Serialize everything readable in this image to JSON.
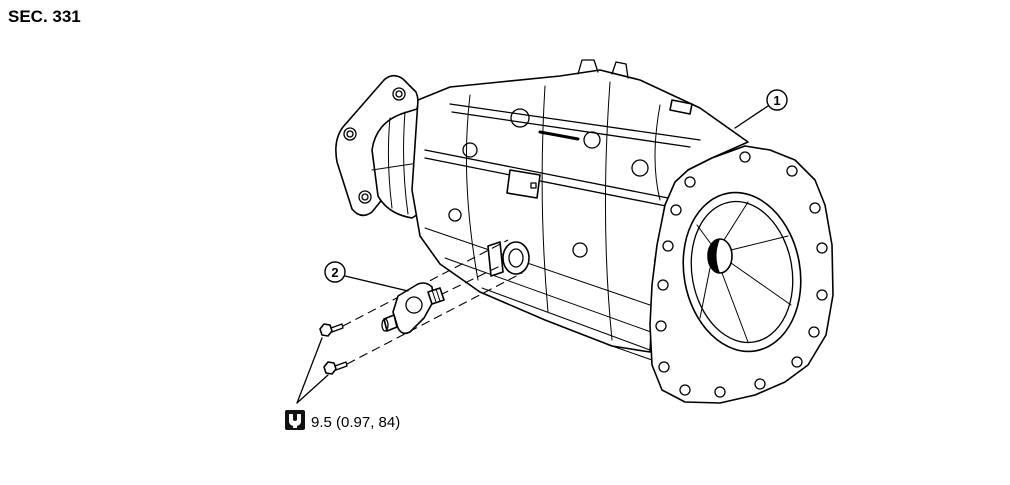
{
  "section": {
    "label": "SEC. 331"
  },
  "callouts": [
    {
      "number": "1"
    },
    {
      "number": "2"
    }
  ],
  "torque_spec": {
    "value": "9.5 (0.97, 84)",
    "icon": "torque-wrench-icon"
  },
  "colors": {
    "line": "#000000",
    "background": "#ffffff"
  }
}
